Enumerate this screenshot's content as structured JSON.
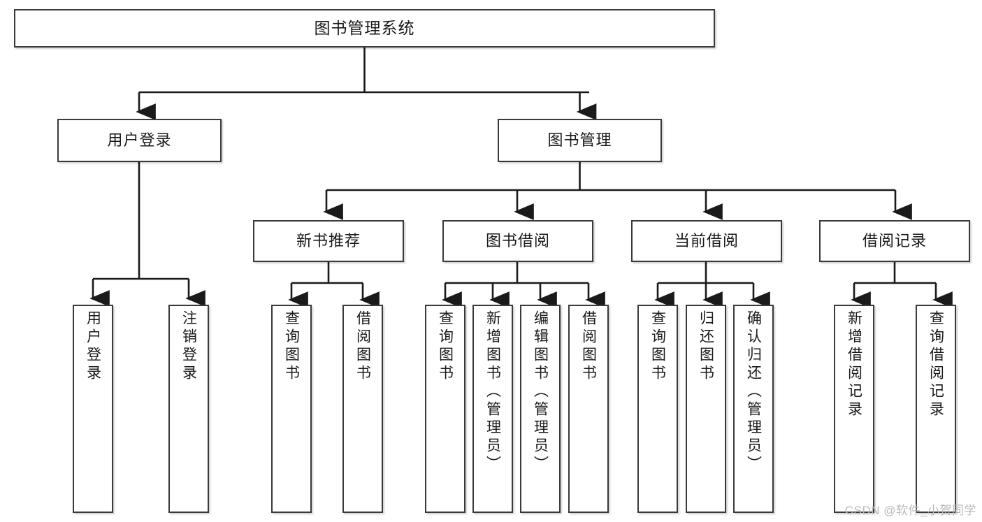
{
  "diagram": {
    "title": "图书管理系统",
    "type": "hierarchy-tree",
    "watermark": "CSDN @软件_小贺同学",
    "colors": {
      "box_border": "#3a3a3a",
      "box_fill": "#ffffff",
      "connector": "#1a1a1a",
      "text": "#1a1a1a",
      "watermark": "#b9b9b9"
    },
    "nodes": {
      "root": {
        "label": "图书管理系统"
      },
      "level1": [
        {
          "id": "user-login",
          "label": "用户登录"
        },
        {
          "id": "book-manage",
          "label": "图书管理"
        }
      ],
      "level2": [
        {
          "id": "new-book-recommend",
          "label": "新书推荐"
        },
        {
          "id": "book-borrow",
          "label": "图书借阅"
        },
        {
          "id": "current-borrow",
          "label": "当前借阅"
        },
        {
          "id": "borrow-record",
          "label": "借阅记录"
        }
      ],
      "leaves": [
        {
          "id": "leaf-user-login",
          "label": "用户登录",
          "parent": "user-login"
        },
        {
          "id": "leaf-logout-login",
          "label": "注销登录",
          "parent": "user-login"
        },
        {
          "id": "leaf-query-book-1",
          "label": "查询图书",
          "parent": "new-book-recommend"
        },
        {
          "id": "leaf-borrow-book-1",
          "label": "借阅图书",
          "parent": "new-book-recommend"
        },
        {
          "id": "leaf-query-book-2",
          "label": "查询图书",
          "parent": "book-borrow"
        },
        {
          "id": "leaf-add-book",
          "label": "新增图书（管理员）",
          "parent": "book-borrow"
        },
        {
          "id": "leaf-edit-book",
          "label": "编辑图书（管理员）",
          "parent": "book-borrow"
        },
        {
          "id": "leaf-borrow-book-2",
          "label": "借阅图书",
          "parent": "book-borrow"
        },
        {
          "id": "leaf-query-book-3",
          "label": "查询图书",
          "parent": "current-borrow"
        },
        {
          "id": "leaf-return-book",
          "label": "归还图书",
          "parent": "current-borrow"
        },
        {
          "id": "leaf-confirm-return",
          "label": "确认归还（管理员）",
          "parent": "current-borrow"
        },
        {
          "id": "leaf-add-record",
          "label": "新增借阅记录",
          "parent": "borrow-record"
        },
        {
          "id": "leaf-query-record",
          "label": "查询借阅记录",
          "parent": "borrow-record"
        }
      ]
    }
  }
}
